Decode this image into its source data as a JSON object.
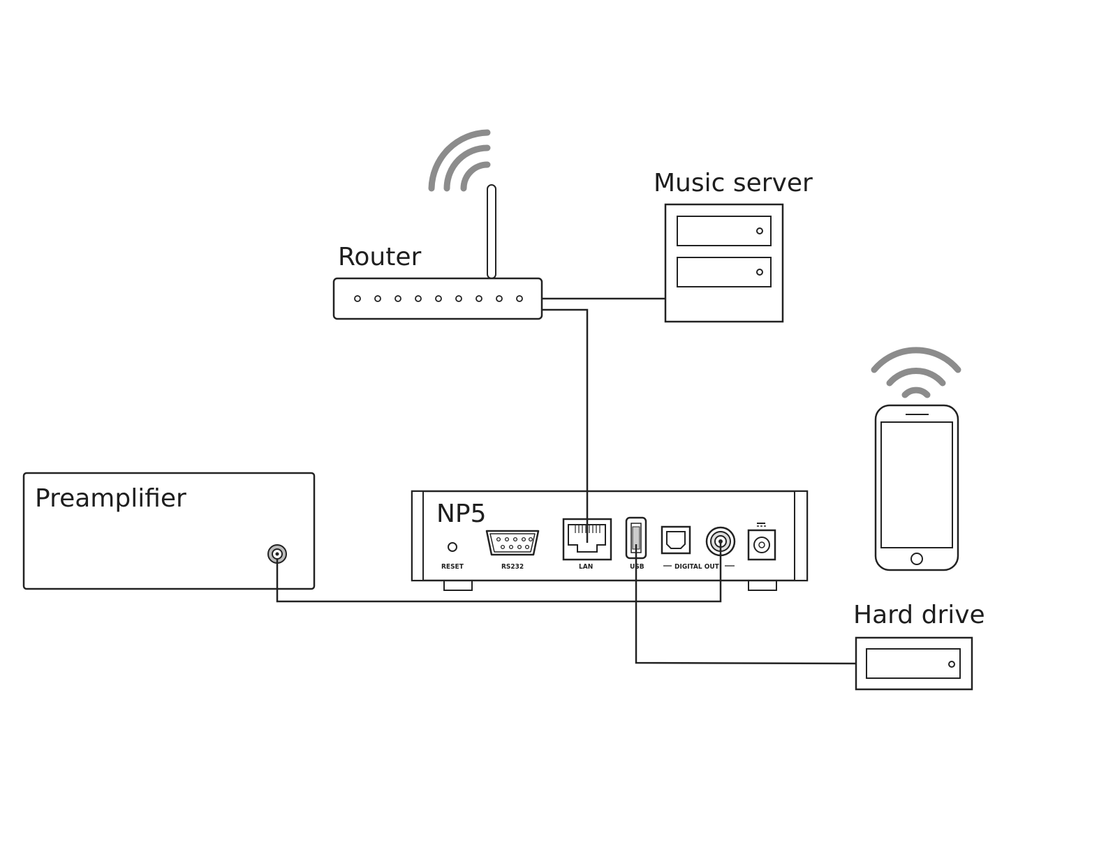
{
  "labels": {
    "router": "Router",
    "music_server": "Music server",
    "preamplifier": "Preamplifier",
    "np5": "NP5",
    "hard_drive": "Hard drive"
  },
  "ports": {
    "reset": "RESET",
    "rs232": "RS232",
    "lan": "LAN",
    "usb": "USB",
    "digital_out": "DIGITAL OUT"
  },
  "colors": {
    "line": "#222222",
    "wireless_waves": "#8c8c8c"
  },
  "icons": [
    "wifi-icon",
    "antenna-icon",
    "smartphone-icon",
    "drive-bay-icon"
  ]
}
